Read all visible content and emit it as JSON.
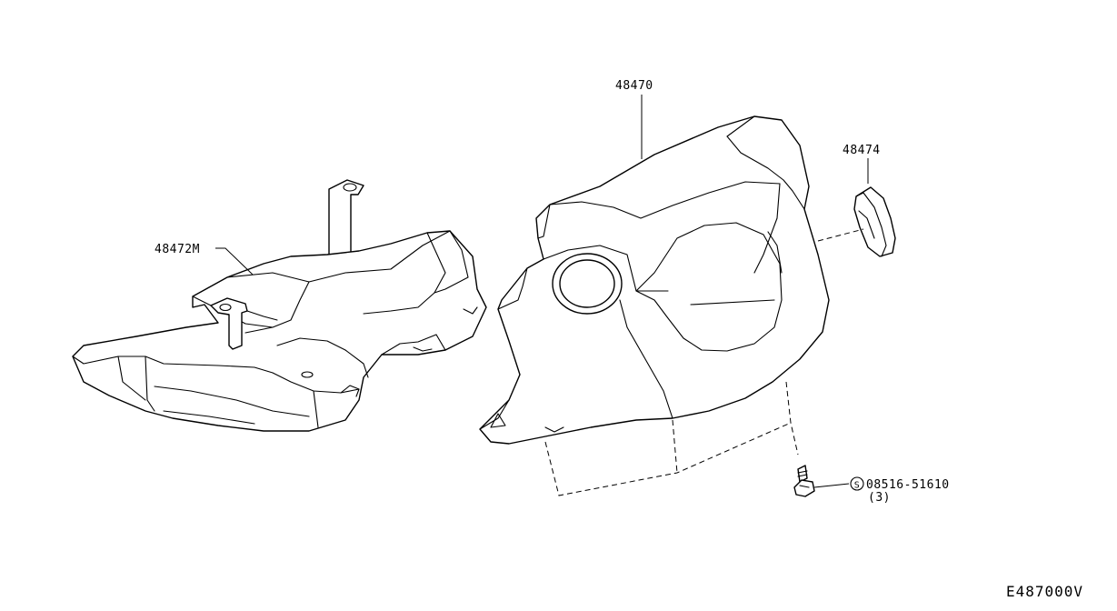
{
  "diagram": {
    "parts": [
      {
        "id": "lower_cover",
        "label": "48472M"
      },
      {
        "id": "upper_cover",
        "label": "48470"
      },
      {
        "id": "finisher",
        "label": "48474"
      }
    ],
    "screw": {
      "symbol": "S",
      "part_number": "08516-51610",
      "quantity": "(3)"
    },
    "figure_code": "E487000V"
  },
  "colors": {
    "line": "#000000",
    "background": "#ffffff"
  }
}
